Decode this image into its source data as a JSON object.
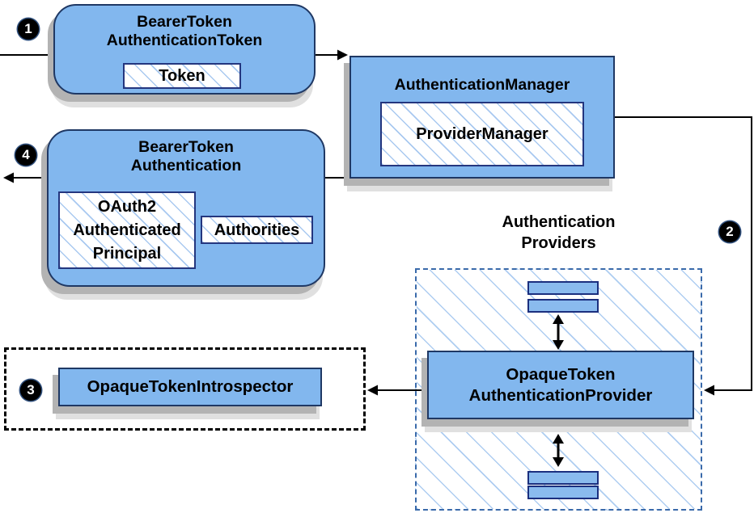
{
  "steps": {
    "one": "1",
    "two": "2",
    "three": "3",
    "four": "4"
  },
  "nodes": {
    "bearer_token_authentication_token": {
      "label": "BearerToken\nAuthenticationToken",
      "token": "Token"
    },
    "authentication_manager": {
      "label": "AuthenticationManager",
      "provider_manager": "ProviderManager"
    },
    "bearer_token_authentication": {
      "label": "BearerToken\nAuthentication",
      "principal": "OAuth2\nAuthenticated\nPrincipal",
      "authorities": "Authorities"
    },
    "authentication_providers": {
      "label": "Authentication\nProviders"
    },
    "opaque_token_authentication_provider": {
      "label": "OpaqueToken\nAuthenticationProvider"
    },
    "opaque_token_introspector": {
      "label": "OpaqueTokenIntrospector"
    }
  },
  "colors": {
    "node_fill": "#82b7ee",
    "node_border": "#1f3864",
    "hatch_line": "#a9c9f0",
    "providers_dash_border": "#3a6aaa",
    "introspector_dash_border": "#000000",
    "connector": "#000000",
    "shadow": "#b3b3b3",
    "badge_background": "#000000",
    "badge_text": "#ffffff"
  }
}
